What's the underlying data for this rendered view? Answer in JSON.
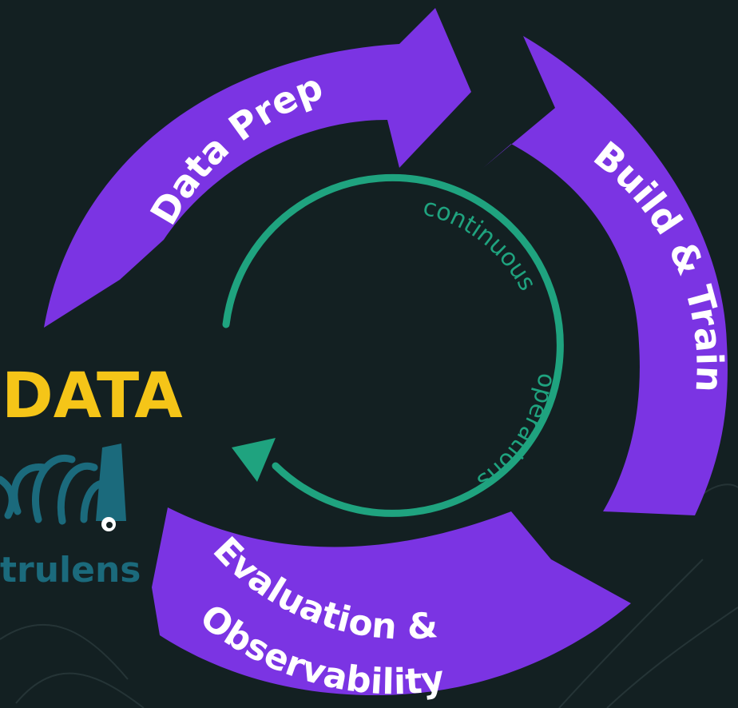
{
  "colors": {
    "background": "#132022",
    "segment": "#7b34e3",
    "inner_ring": "#1fa37f",
    "segment_text": "#ffffff",
    "data_word": "#f5c518",
    "logo": "#1b6a7c"
  },
  "cycle": {
    "segments": [
      {
        "id": "data-prep",
        "label": "Data Prep"
      },
      {
        "id": "build-train",
        "label": "Build & Train"
      },
      {
        "id": "evaluation",
        "lines": [
          "Evaluation &",
          "Observability"
        ]
      }
    ],
    "inner_text": [
      "continuous",
      "operations"
    ]
  },
  "center_word": "DATA",
  "logo": {
    "name": "trulens",
    "icon": "squid-octopus-icon"
  }
}
